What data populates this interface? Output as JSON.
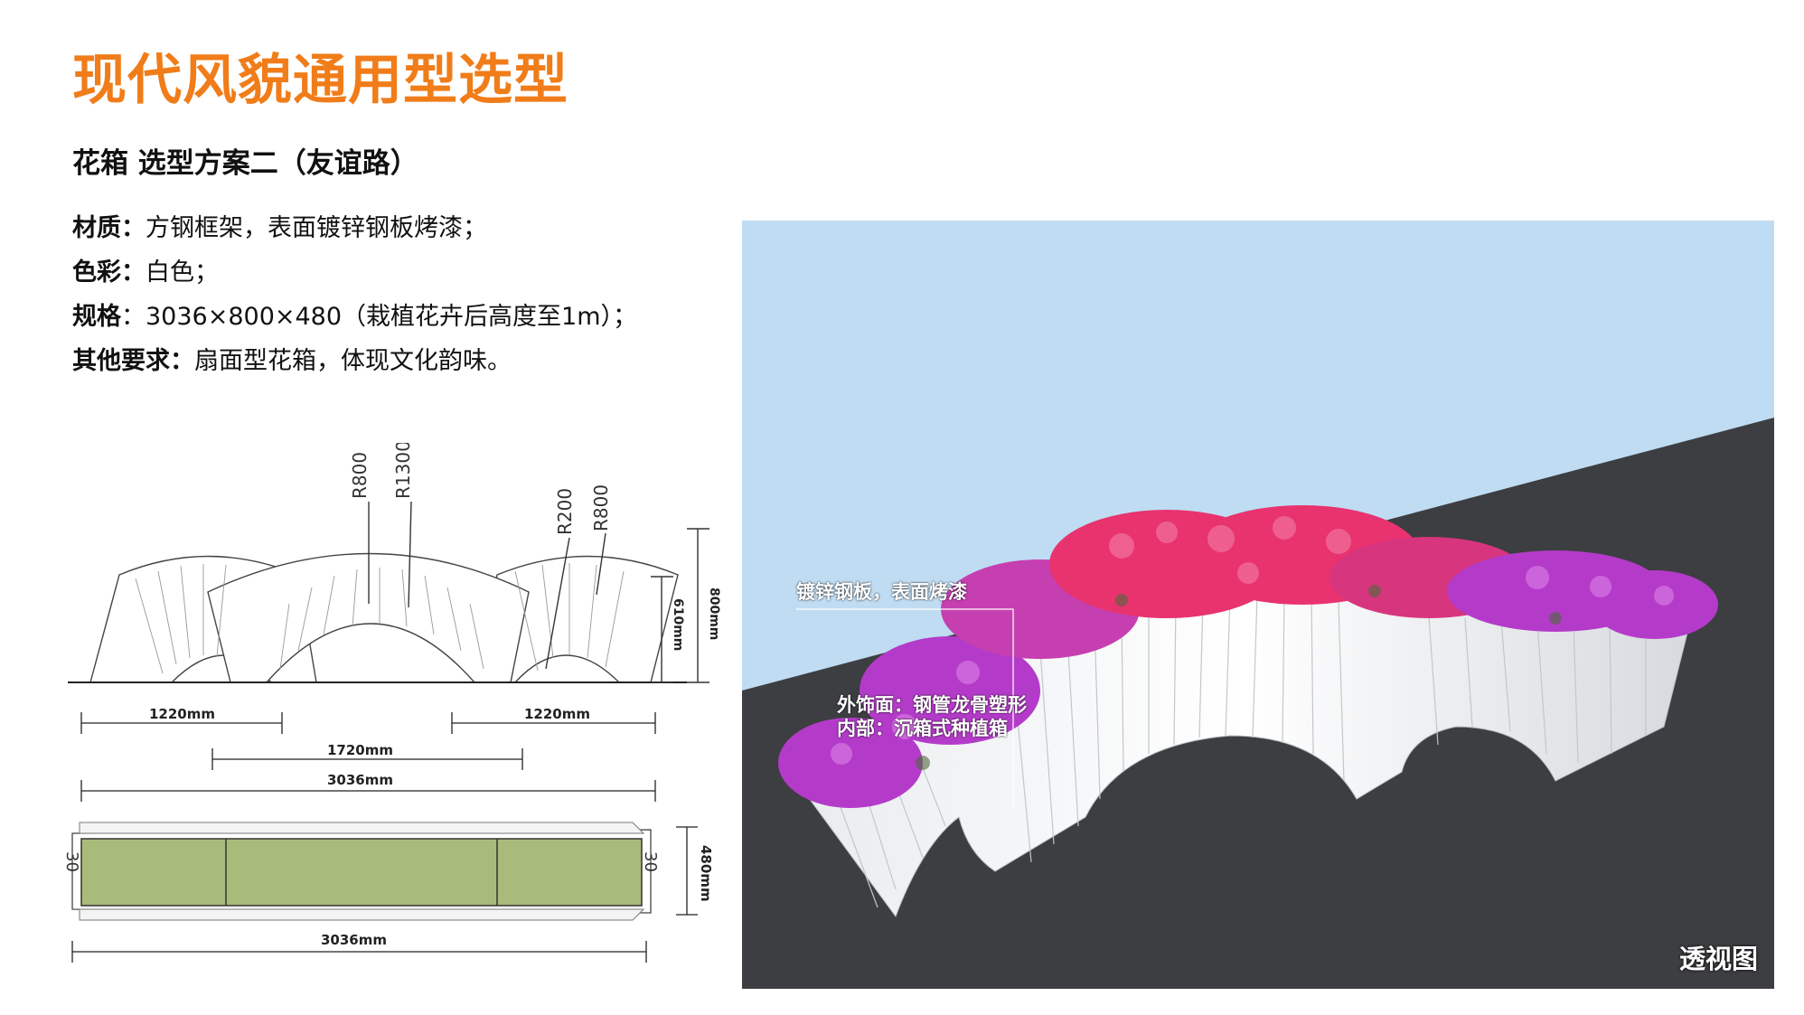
{
  "page": {
    "title": "现代风貌通用型选型",
    "subtitle": "花箱  选型方案二（友谊路）"
  },
  "specs": [
    {
      "label": "材质：",
      "value": "方钢框架，表面镀锌钢板烤漆；"
    },
    {
      "label": "色彩：",
      "value": "白色；"
    },
    {
      "label": "规格",
      "value": "：3036×800×480（栽植花卉后高度至1m）；"
    },
    {
      "label": "其他要求：",
      "value": "扇面型花箱，体现文化韵味。"
    }
  ],
  "drawing": {
    "radius_labels": [
      "R800",
      "R1300",
      "R200",
      "R800"
    ],
    "dims": {
      "left_width": "1220mm",
      "right_width": "1220mm",
      "center_width": "1720mm",
      "total_width": "3036mm",
      "total_height": "800mm",
      "side_height": "610mm",
      "plan_depth": "480mm",
      "plan_total": "3036mm",
      "plan_edge_left": "30",
      "plan_edge_right": "30"
    },
    "colors": {
      "plan_fill": "#a9bb7a",
      "line": "#333333"
    }
  },
  "render": {
    "callout_top": "镀锌钢板，表面烤漆",
    "callout_mid_1": "外饰面：钢管龙骨塑形",
    "callout_mid_2": "内部：沉箱式种植箱",
    "view_label": "透视图",
    "colors": {
      "sky": "#bfdcf2",
      "ground": "#3d3e41",
      "flower_pink": "#e8336e",
      "flower_purple": "#b43bc9"
    }
  }
}
